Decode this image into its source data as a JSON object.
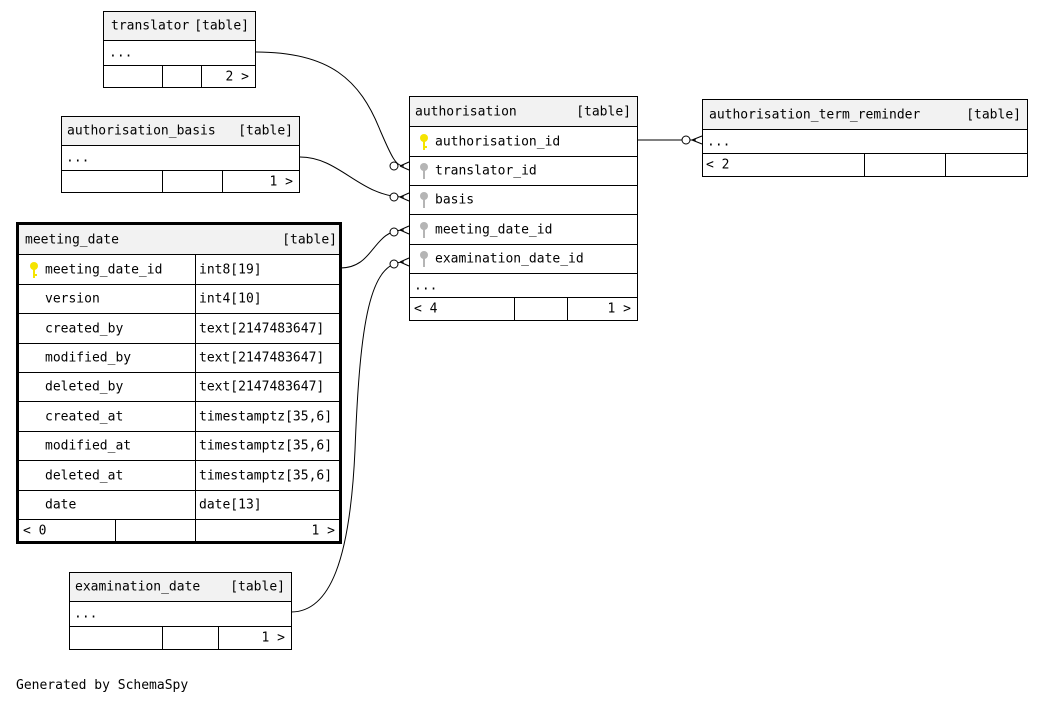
{
  "tag_table": "[table]",
  "ellipsis": "...",
  "translator": {
    "name": "translator",
    "nav_right": "2 >"
  },
  "authorisation_basis": {
    "name": "authorisation_basis",
    "nav_right": "1 >"
  },
  "authorisation": {
    "name": "authorisation",
    "columns": [
      "authorisation_id",
      "translator_id",
      "basis",
      "meeting_date_id",
      "examination_date_id"
    ],
    "nav_left": "< 4",
    "nav_right": "1 >"
  },
  "authorisation_term_reminder": {
    "name": "authorisation_term_reminder",
    "nav_left": "< 2"
  },
  "meeting_date": {
    "name": "meeting_date",
    "columns": [
      {
        "name": "meeting_date_id",
        "type": "int8[19]"
      },
      {
        "name": "version",
        "type": "int4[10]"
      },
      {
        "name": "created_by",
        "type": "text[2147483647]"
      },
      {
        "name": "modified_by",
        "type": "text[2147483647]"
      },
      {
        "name": "deleted_by",
        "type": "text[2147483647]"
      },
      {
        "name": "created_at",
        "type": "timestamptz[35,6]"
      },
      {
        "name": "modified_at",
        "type": "timestamptz[35,6]"
      },
      {
        "name": "deleted_at",
        "type": "timestamptz[35,6]"
      },
      {
        "name": "date",
        "type": "date[13]"
      }
    ],
    "nav_left": "< 0",
    "nav_right": "1 >"
  },
  "examination_date": {
    "name": "examination_date",
    "nav_right": "1 >"
  },
  "footer": "Generated by SchemaSpy",
  "colors": {
    "primary_key": "#f5e400",
    "foreign_key": "#b5b5b5",
    "header_bg": "#f2f2f2"
  }
}
